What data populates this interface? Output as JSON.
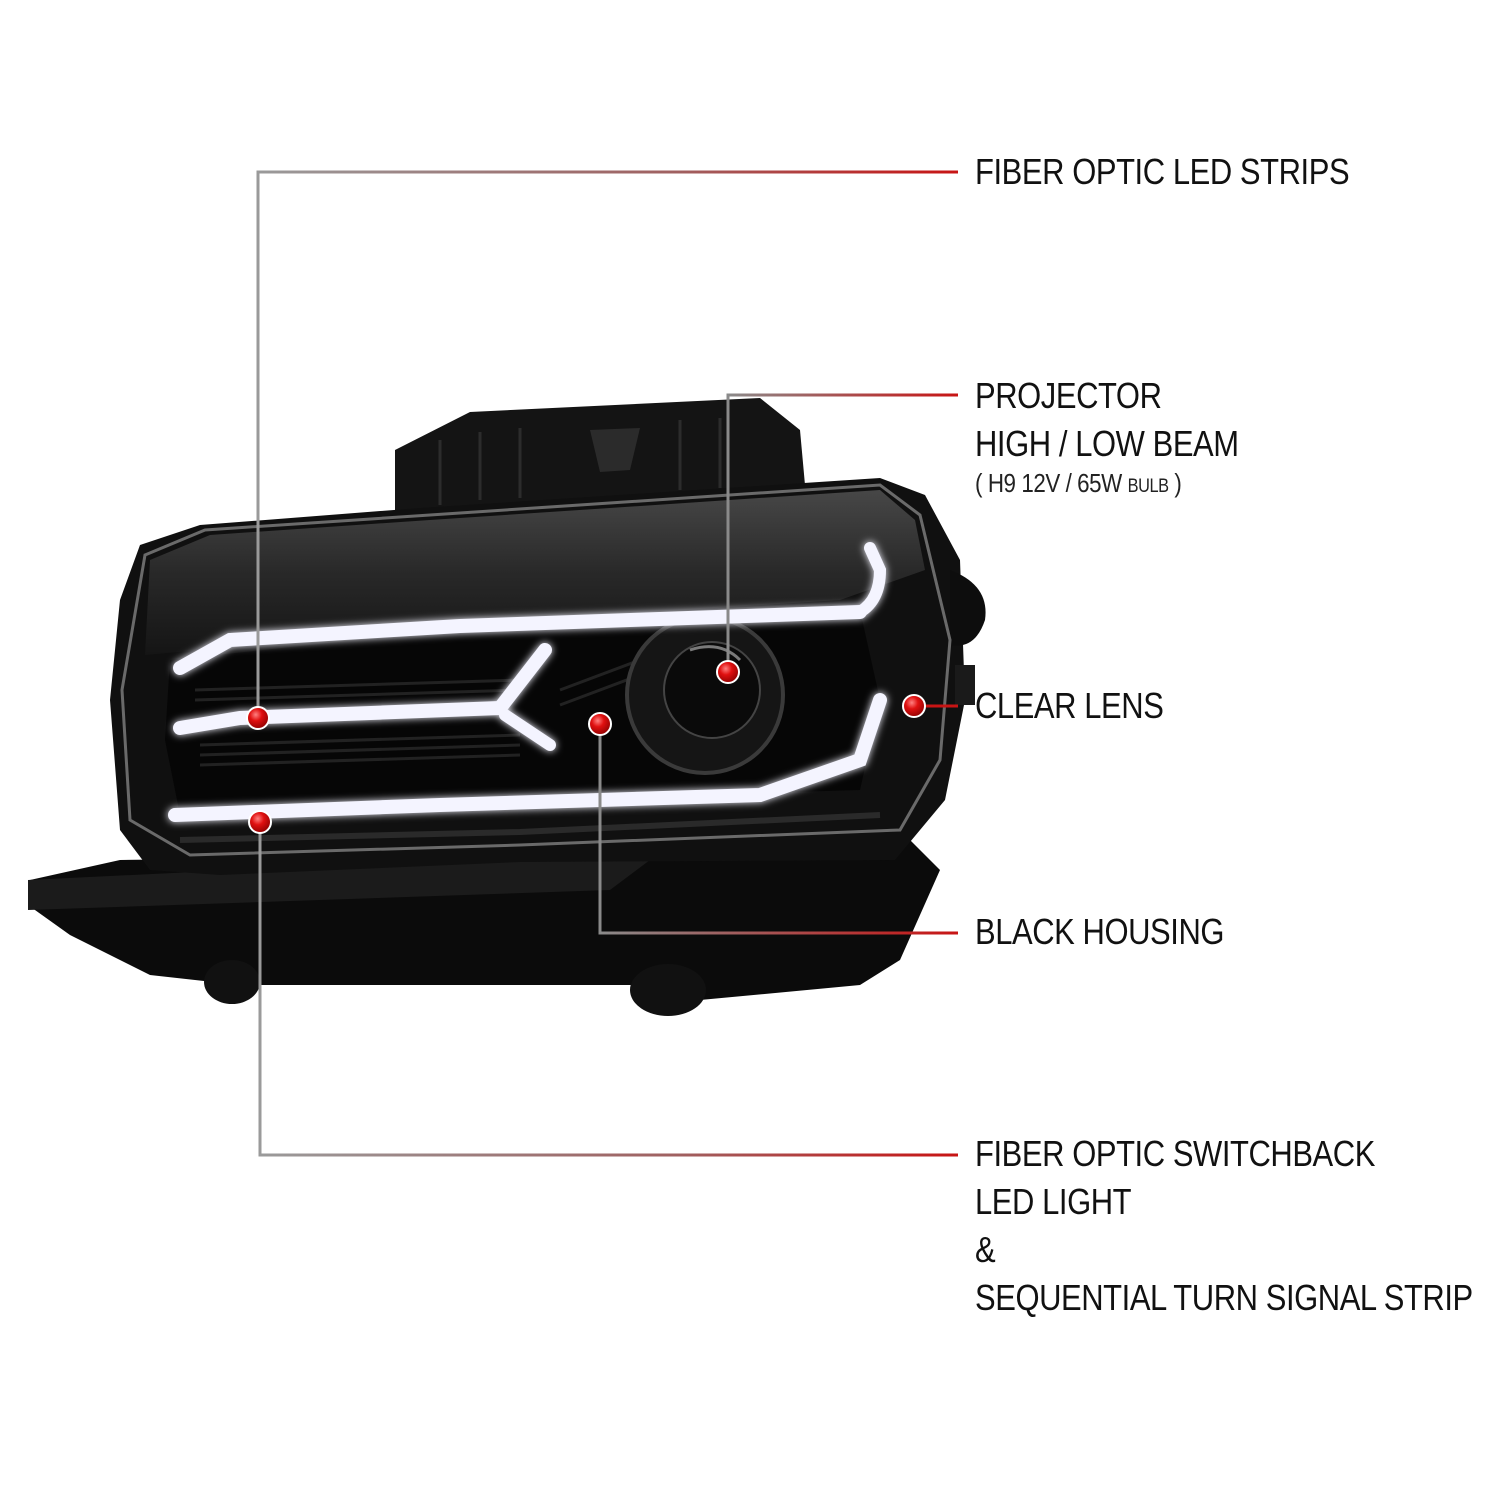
{
  "colors": {
    "callout_red": "#c81414",
    "callout_gray": "#8a8a8a",
    "housing_black": "#0d0d0d",
    "led_glow": "#f2f2ff",
    "dot_red": "#e01010"
  },
  "callouts": {
    "fiber_strips": {
      "label": "FIBER OPTIC LED STRIPS"
    },
    "projector": {
      "line1": "PROJECTOR",
      "line2": "HIGH / LOW BEAM",
      "open": "(",
      "bulb": "H9  12V / 65W",
      "bulb_word": "BULB",
      "close": ")"
    },
    "clear_lens": {
      "label": "CLEAR LENS"
    },
    "black_housing": {
      "label": "BLACK HOUSING"
    },
    "switchback": {
      "line1": "FIBER OPTIC SWITCHBACK",
      "line2": "LED LIGHT",
      "line3": "&",
      "line4": "SEQUENTIAL TURN SIGNAL STRIP"
    }
  }
}
